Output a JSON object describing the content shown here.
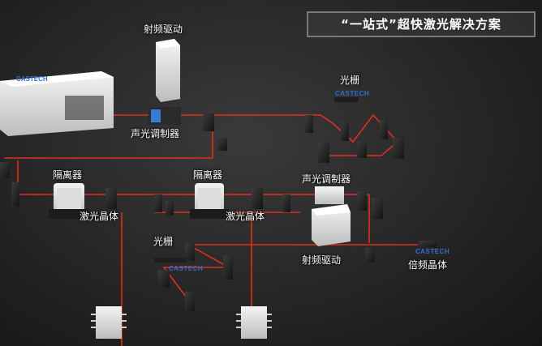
{
  "title": "“一站式”超快激光解决方案",
  "labels": {
    "rf_driver_top": "射频驱动",
    "aom_top": "声光调制器",
    "grating_top": "光栅",
    "isolator_left": "隔离器",
    "isolator_mid": "隔离器",
    "aom_right": "声光调制器",
    "laser_crystal_left": "激光晶体",
    "laser_crystal_mid": "激光晶体",
    "grating_bottom": "光栅",
    "rf_driver_bottom": "射频驱动",
    "shg_crystal": "倍频晶体"
  },
  "brand": "CASTECH",
  "colors": {
    "beam": "#e8301e",
    "beam_purple": "#b04ad8",
    "brand_blue": "#2e6fd0",
    "background": "#262626"
  }
}
